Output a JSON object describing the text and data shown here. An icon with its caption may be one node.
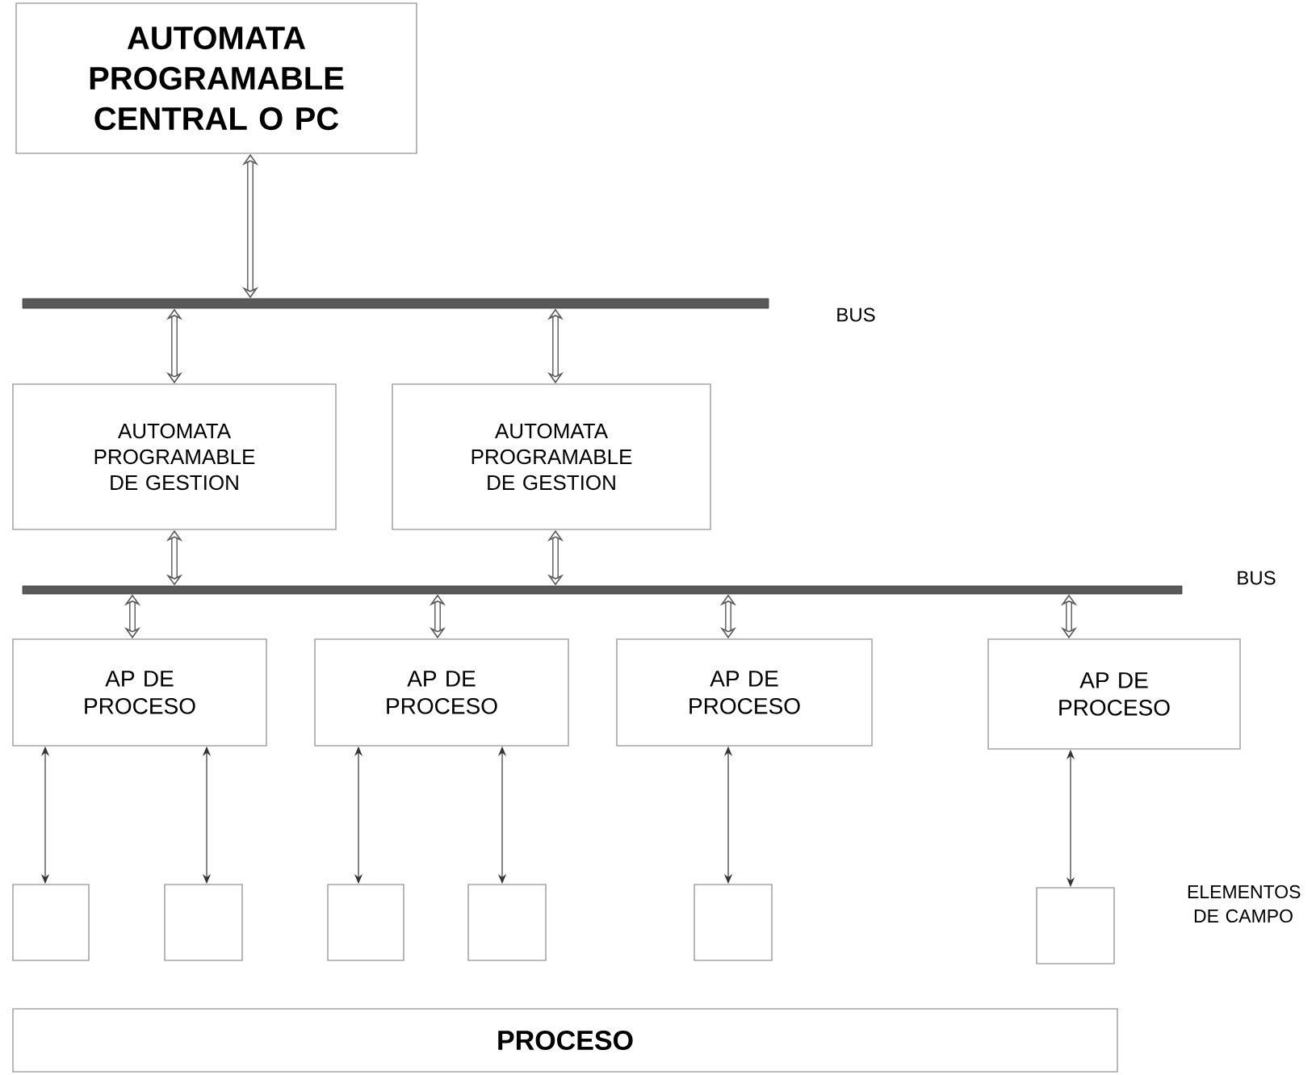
{
  "diagram": {
    "nodes": [
      {
        "text": [
          "AUTOMATA PROGRAMABLE CENTRAL O PC"
        ]
      },
      {
        "text": [],
        "shape": "bar",
        "beside": [
          "BUS"
        ]
      },
      {
        "text": [
          "AUTOMATA PROGRAMABLE DE GESTION"
        ]
      },
      {
        "text": [
          "AUTOMATA PROGRAMABLE DE GESTION"
        ]
      },
      {
        "text": [],
        "shape": "bar",
        "beside": [
          "BUS"
        ]
      },
      {
        "text": [
          "AP DE PROCESO"
        ]
      },
      {
        "text": [
          "AP DE PROCESO"
        ]
      },
      {
        "text": [
          "AP DE PROCESO"
        ]
      },
      {
        "text": [
          "AP DE PROCESO"
        ]
      },
      {
        "text": [],
        "shape": "box"
      },
      {
        "text": [],
        "shape": "box"
      },
      {
        "text": [],
        "shape": "box"
      },
      {
        "text": [],
        "shape": "box"
      },
      {
        "text": [],
        "shape": "box"
      },
      {
        "text": [],
        "shape": "box"
      },
      {
        "text": [
          "PROCESO"
        ]
      }
    ],
    "edges": [
      {
        "from": 0,
        "to": 1,
        "arrow": "both"
      },
      {
        "from": 1,
        "to": 2,
        "arrow": "both"
      },
      {
        "from": 1,
        "to": 3,
        "arrow": "both"
      },
      {
        "from": 2,
        "to": 4,
        "arrow": "both"
      },
      {
        "from": 3,
        "to": 4,
        "arrow": "both"
      },
      {
        "from": 4,
        "to": 5,
        "arrow": "both"
      },
      {
        "from": 4,
        "to": 6,
        "arrow": "both"
      },
      {
        "from": 4,
        "to": 7,
        "arrow": "both"
      },
      {
        "from": 4,
        "to": 8,
        "arrow": "both"
      },
      {
        "from": 5,
        "to": 9,
        "arrow": "both",
        "color": "#333333"
      },
      {
        "from": 5,
        "to": 10,
        "arrow": "both",
        "color": "#333333"
      },
      {
        "from": 6,
        "to": 11,
        "arrow": "both",
        "color": "#333333"
      },
      {
        "from": 6,
        "to": 12,
        "arrow": "both",
        "color": "#333333"
      },
      {
        "from": 7,
        "to": 13,
        "arrow": "both",
        "color": "#333333"
      },
      {
        "from": 8,
        "to": 14,
        "arrow": "both",
        "color": "#333333"
      }
    ],
    "labels": [
      "ELEMENTOS DE CAMPO"
    ]
  }
}
